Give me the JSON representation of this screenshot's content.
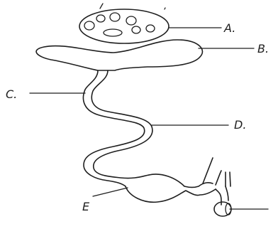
{
  "labels": {
    "a": "A.",
    "b": "B.",
    "c": "C.",
    "d": "D.",
    "e": "E"
  }
}
